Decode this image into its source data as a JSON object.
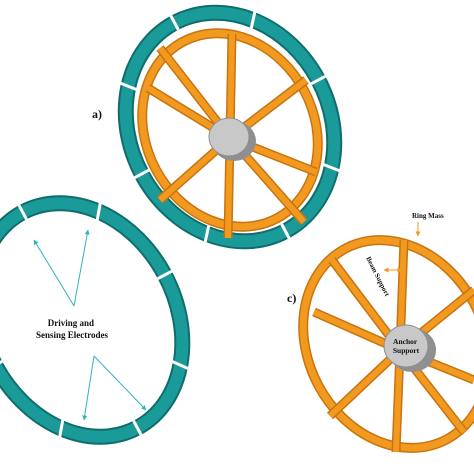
{
  "panels": {
    "a": {
      "label": "a)"
    },
    "b": {
      "callout": [
        "Driving and",
        "Sensing Electrodes"
      ]
    },
    "c": {
      "label": "c)",
      "ring_mass": "Ring Mass",
      "beam_support": "Beam Support",
      "anchor_support": [
        "Anchor",
        "Support"
      ]
    }
  },
  "colors": {
    "electrode": "#1a9a99",
    "electrode_dark": "#0f6e6d",
    "ring": "#f29a20",
    "ring_dark": "#c8730f",
    "anchor": "#c8c8c8",
    "anchor_dark": "#8f8f8f",
    "callout_line": "#2fb3c0",
    "annotation_arrow": "#f29a20"
  }
}
